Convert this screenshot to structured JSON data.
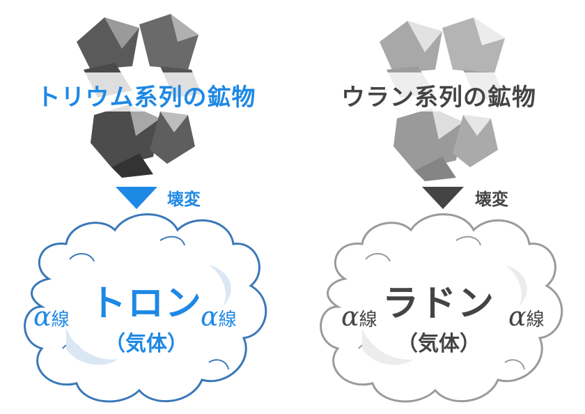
{
  "colors": {
    "thorium": "#1e88e5",
    "uranium": "#444444",
    "cloud_blue": "#3a78b8",
    "cloud_gray": "#9a9a9a"
  },
  "left": {
    "mineral_label": "トリウム系列の鉱物",
    "decay_label": "壊変",
    "gas_name": "トロン",
    "gas_state": "（気体）",
    "alpha_symbol": "α",
    "alpha_label": "線"
  },
  "right": {
    "mineral_label": "ウラン系列の鉱物",
    "decay_label": "壊変",
    "gas_name": "ラドン",
    "gas_state": "（気体）",
    "alpha_symbol": "α",
    "alpha_label": "線"
  }
}
